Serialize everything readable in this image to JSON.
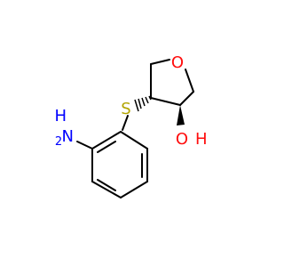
{
  "molecule": {
    "atoms": {
      "oxygen_ring": {
        "symbol": "O",
        "color": "#ff0d0d"
      },
      "sulfur": {
        "symbol": "S",
        "color": "#b2a400"
      },
      "amine_n": {
        "symbol": "N",
        "color": "#0000ff"
      },
      "amine_h_prefix": {
        "symbol": "H",
        "color": "#0000ff"
      },
      "amine_h2_sub": {
        "symbol": "2",
        "color": "#0000ff"
      },
      "hydroxyl_o": {
        "symbol": "O",
        "color": "#ff0d0d"
      },
      "hydroxyl_h": {
        "symbol": "H",
        "color": "#ff0d0d"
      }
    },
    "colors": {
      "bond": "#000000",
      "background": "#ffffff"
    }
  }
}
